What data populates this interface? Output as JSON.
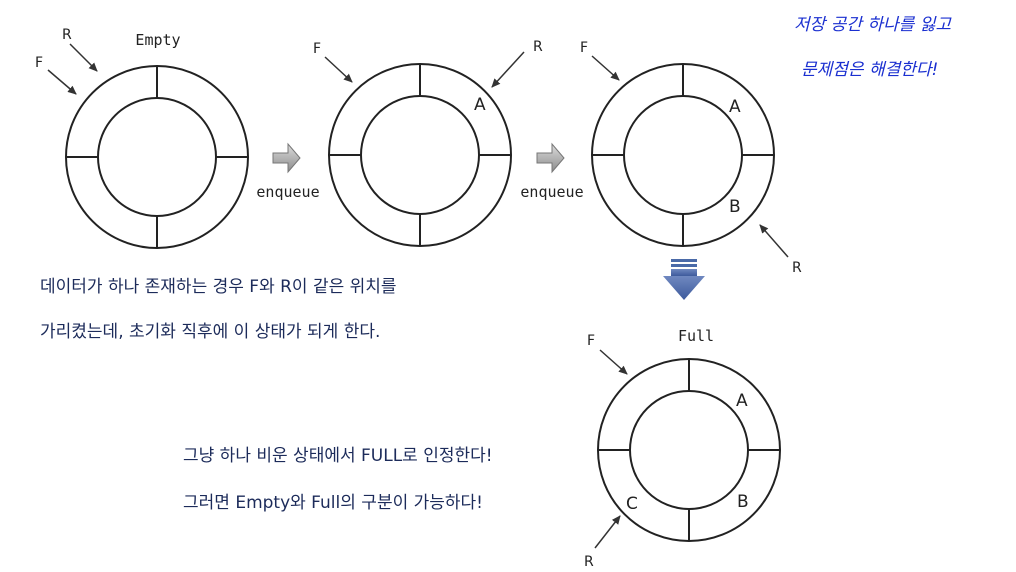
{
  "queues": [
    {
      "title": "Empty",
      "labels": [],
      "front_marker": "F",
      "rear_marker": "R"
    },
    {
      "title": "",
      "labels": [
        "A"
      ],
      "front_marker": "F",
      "rear_marker": "R"
    },
    {
      "title": "",
      "labels": [
        "A",
        "B"
      ],
      "front_marker": "F",
      "rear_marker": "R"
    },
    {
      "title": "Full",
      "labels": [
        "A",
        "B",
        "C"
      ],
      "front_marker": "F",
      "rear_marker": "R"
    }
  ],
  "operations": [
    "enqueue",
    "enqueue"
  ],
  "notes": {
    "top_right_line1": "저장 공간 하나를 잃고",
    "top_right_line2": "문제점은 해결한다!",
    "mid_left_line1": "데이터가 하나 존재하는 경우 F와 R이 같은 위치를",
    "mid_left_line2": "가리켰는데, 초기화 직후에 이 상태가 되게 한다.",
    "bottom_line1": "그냥 하나 비운 상태에서 FULL로 인정한다!",
    "bottom_line2": "그러면 Empty와 Full의 구분이 가능하다!"
  },
  "colors": {
    "note_text": "#1c2b5a",
    "handwriting": "#1a2fd0",
    "down_arrow": "#4a6aa8"
  }
}
